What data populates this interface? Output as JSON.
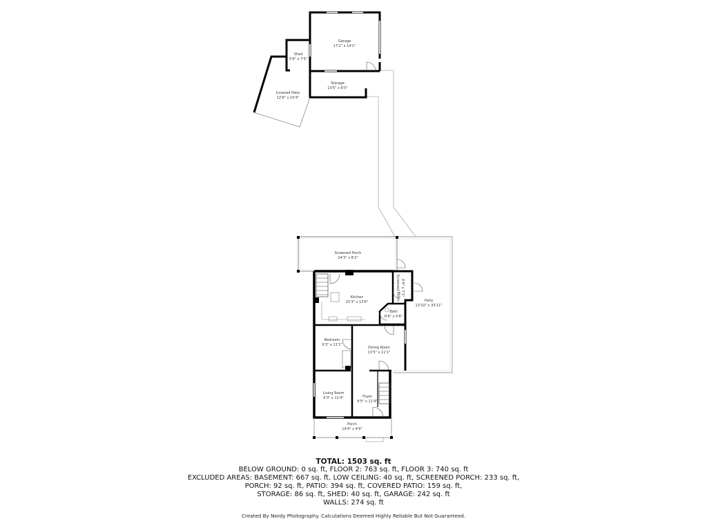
{
  "floorplan": {
    "outbuilding": {
      "rooms": [
        {
          "name": "Garage",
          "dims": "17'2\" x 14'1\""
        },
        {
          "name": "Shed",
          "dims": "5'6\" x 7'5\""
        },
        {
          "name": "Storage",
          "dims": "13'5\" x 6'5\""
        },
        {
          "name": "Covered Patio",
          "dims": "12'8\" x 15'4\""
        }
      ]
    },
    "house": {
      "rooms": [
        {
          "name": "Screened Porch",
          "dims": "24'3\" x 8'2\""
        },
        {
          "name": "Kitchen",
          "dims": "15'3\" x 13'6\""
        },
        {
          "name": "Screened Porch",
          "dims": "4'9\" x 7'3\""
        },
        {
          "name": "Bath",
          "dims": "6'6\" x 5'6\""
        },
        {
          "name": "Patio",
          "dims": "13'10\" x 33'11\""
        },
        {
          "name": "Bedroom",
          "dims": "9'3\" x 11'1\""
        },
        {
          "name": "Dining Room",
          "dims": "13'5\" x 11'1\""
        },
        {
          "name": "Living Room",
          "dims": "9'3\" x 11'4\""
        },
        {
          "name": "Foyer",
          "dims": "9'5\" x 11'4\""
        },
        {
          "name": "Porch",
          "dims": "19'4\" x 4'9\""
        }
      ]
    }
  },
  "summary": {
    "total": "TOTAL: 1503 sq. ft",
    "line1": "BELOW GROUND: 0 sq. ft, FLOOR 2: 763 sq. ft, FLOOR 3: 740 sq. ft",
    "line2": "EXCLUDED AREAS: BASEMENT: 667 sq. ft, LOW CEILING: 40 sq. ft, SCREENED PORCH: 233 sq. ft,",
    "line3": "PORCH: 92 sq. ft, PATIO: 394 sq. ft, COVERED PATIO: 159 sq. ft,",
    "line4": "STORAGE: 86 sq. ft, SHED: 40 sq. ft, GARAGE: 242 sq. ft",
    "line5": "WALLS: 274 sq. ft",
    "credit": "Created By Nordy Photography. Calculations Deemed Highly Reliable But Not Guaranteed."
  }
}
